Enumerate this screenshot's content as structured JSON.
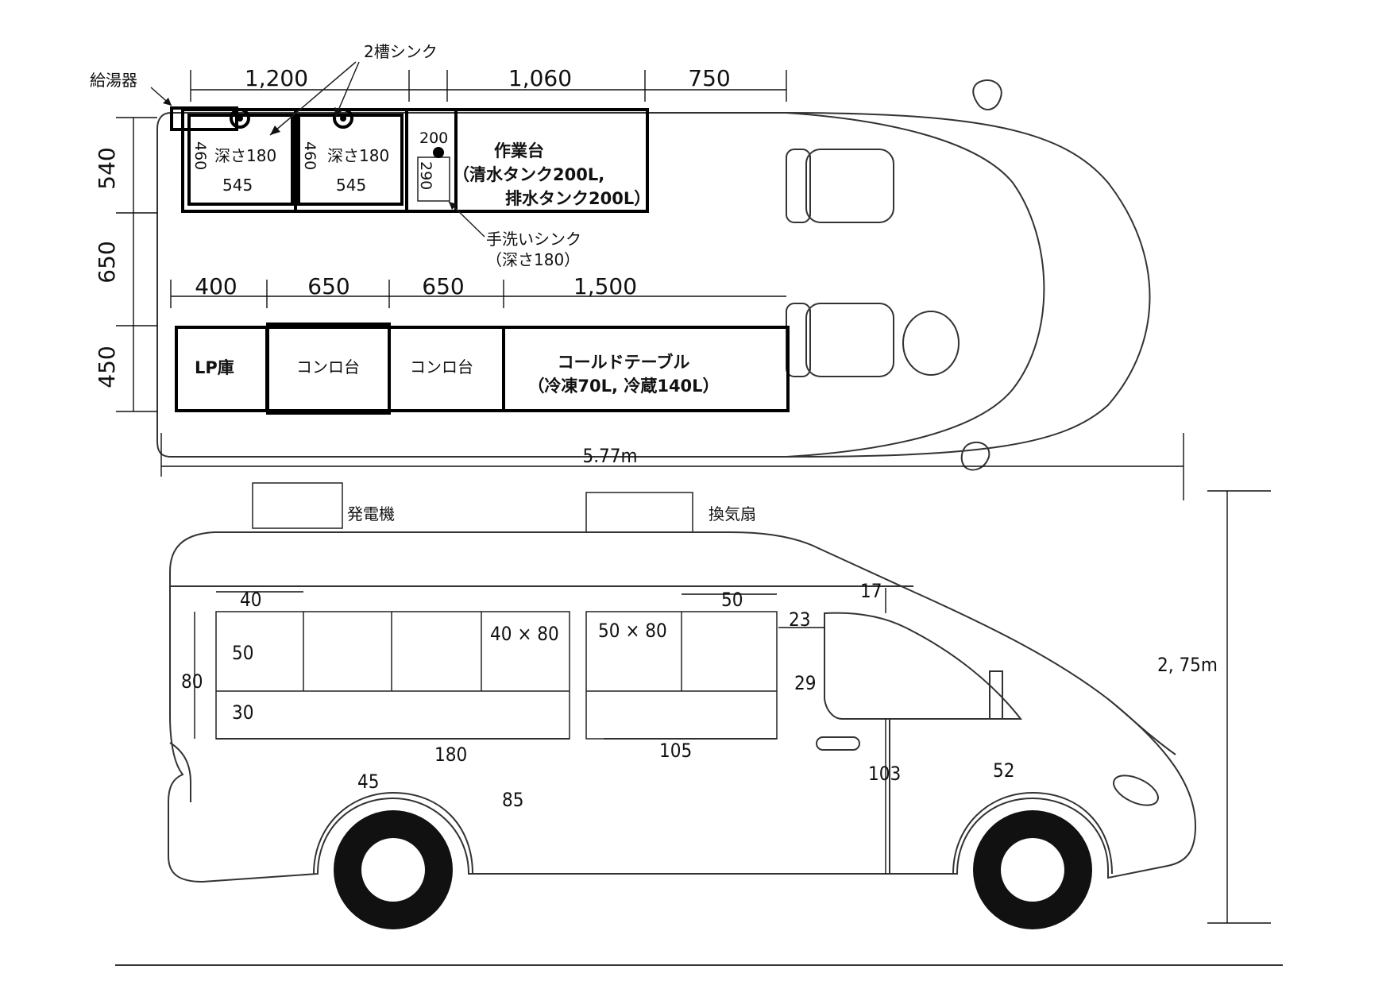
{
  "top_view": {
    "widths_top": [
      "1,200",
      "1,060",
      "750"
    ],
    "widths_bottom": [
      "400",
      "650",
      "650",
      "1,500"
    ],
    "heights_left": [
      "540",
      "650",
      "450"
    ],
    "water_heater_label": "給湯器",
    "double_sink_label": "2槽シンク",
    "sink1": {
      "depth": "深さ180",
      "width": "545",
      "height": "460"
    },
    "sink2": {
      "depth": "深さ180",
      "width": "545",
      "height": "460"
    },
    "hand_sink_dims": {
      "w": "200",
      "h": "290"
    },
    "hand_sink_label": "手洗いシンク",
    "hand_sink_depth": "（深さ180）",
    "worktable": {
      "title": "作業台",
      "line1": "（清水タンク200L,",
      "line2": "排水タンク200L）"
    },
    "lp": "LP庫",
    "stove1": "コンロ台",
    "stove2": "コンロ台",
    "cold_table": {
      "title": "コールドテーブル",
      "sub": "（冷凍70L, 冷蔵140L）"
    }
  },
  "side_view": {
    "length": "5.77m",
    "height": "2, 75m",
    "generator": "発電機",
    "fan": "換気扇",
    "labels": {
      "w40": "40",
      "h50": "50",
      "h80": "80",
      "h30": "30",
      "win_a": "40 × 80",
      "win_b": "50 × 80",
      "w50": "50",
      "d17": "17",
      "d23": "23",
      "d29": "29",
      "len180": "180",
      "len105": "105",
      "d45": "45",
      "d85": "85",
      "d103": "103",
      "d52": "52"
    }
  }
}
